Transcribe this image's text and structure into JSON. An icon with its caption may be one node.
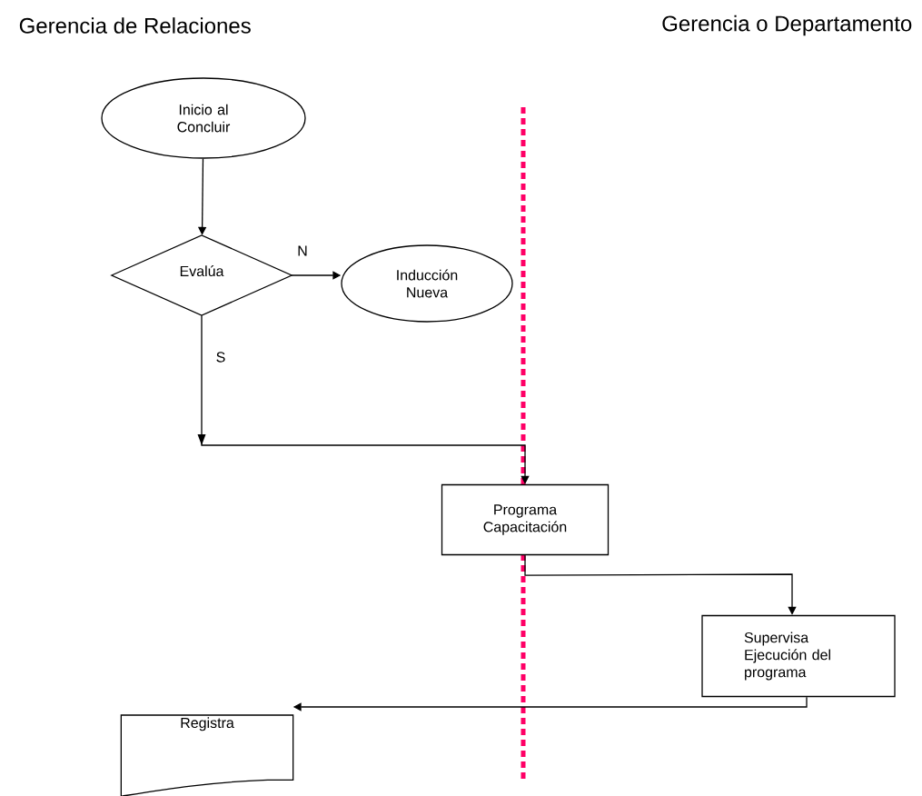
{
  "diagram": {
    "nodes": [
      {
        "text": [
          "Inicio al Concluir"
        ]
      },
      {
        "text": [
          "Evalúa"
        ]
      },
      {
        "text": [
          "Inducción Nueva"
        ]
      },
      {
        "text": [
          "Programa Capacitación"
        ]
      },
      {
        "text": [
          "Supervisa Ejecución del programa"
        ]
      },
      {
        "text": [
          "Registra"
        ]
      }
    ],
    "edges": [
      {
        "from": 0,
        "to": 1,
        "arrow": "to"
      },
      {
        "from": 1,
        "to": 2,
        "arrow": "to",
        "label": "N"
      },
      {
        "from": 1,
        "to": 3,
        "arrow": "to",
        "label": "S"
      },
      {
        "from": 3,
        "to": 4,
        "arrow": "to"
      },
      {
        "from": 4,
        "to": 5,
        "arrow": "to"
      }
    ],
    "labels": [
      "Gerencia de Relaciones",
      "Gerencia o Departamento"
    ]
  }
}
